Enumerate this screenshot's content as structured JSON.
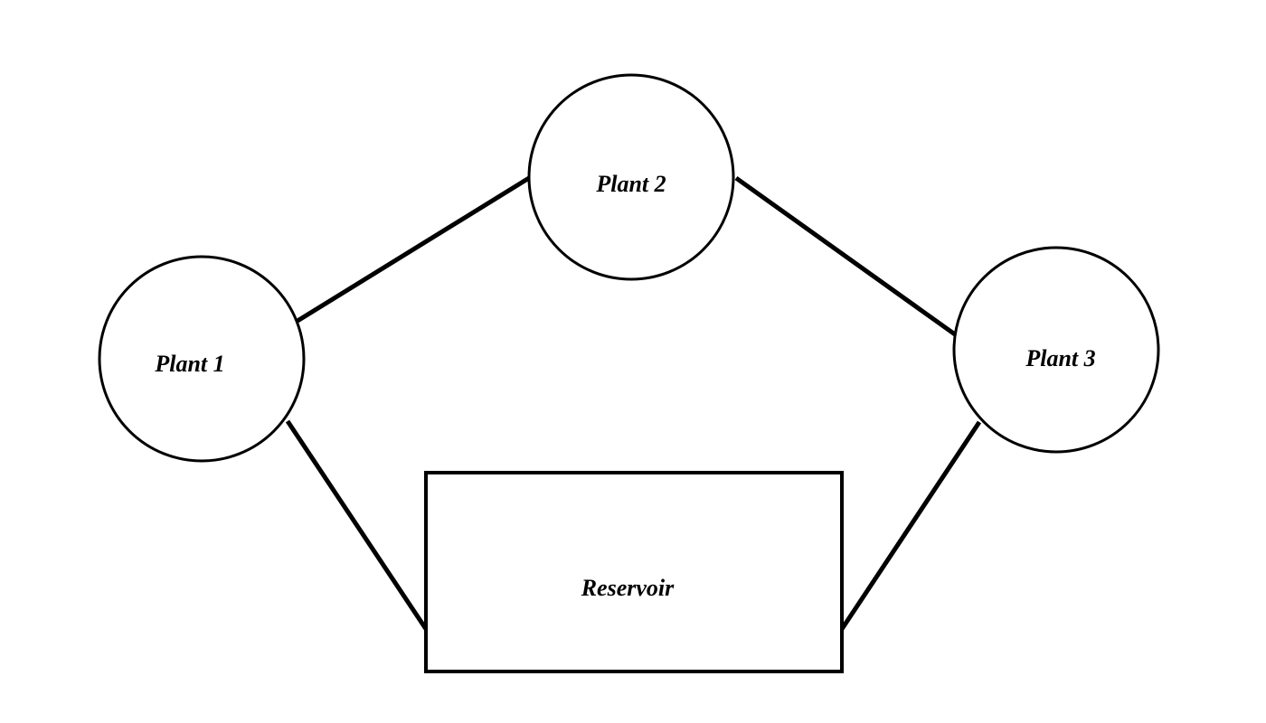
{
  "diagram": {
    "nodes": [
      {
        "id": "plant1",
        "label": "Plant 1",
        "shape": "circle"
      },
      {
        "id": "plant2",
        "label": "Plant 2",
        "shape": "circle"
      },
      {
        "id": "plant3",
        "label": "Plant 3",
        "shape": "circle"
      },
      {
        "id": "reservoir",
        "label": "Reservoir",
        "shape": "rectangle"
      }
    ],
    "edges": [
      {
        "from": "plant1",
        "to": "plant2"
      },
      {
        "from": "plant2",
        "to": "plant3"
      },
      {
        "from": "plant1",
        "to": "reservoir"
      },
      {
        "from": "plant3",
        "to": "reservoir"
      }
    ],
    "colors": {
      "stroke": "#000000",
      "fill": "#ffffff",
      "text": "#000000"
    }
  }
}
